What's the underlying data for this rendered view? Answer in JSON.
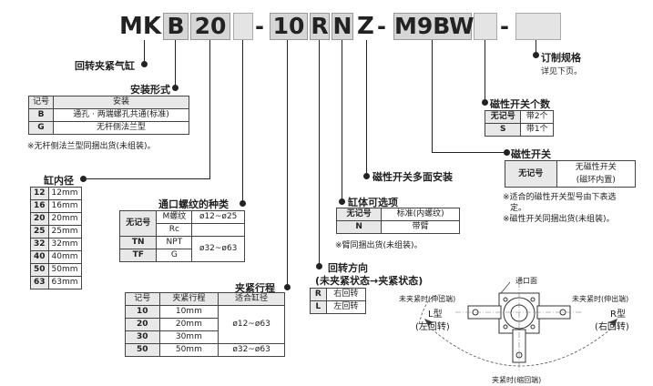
{
  "code": {
    "mk": "MK",
    "b": "B",
    "size": "20",
    "dash1": "-",
    "stroke": "10",
    "dir": "R",
    "n": "N",
    "z": "Z",
    "dash2": "-",
    "switch": "M9BW",
    "dash3": "-"
  },
  "labels": {
    "rotary": "回转夹紧气缸",
    "mount": "安装形式",
    "mount_note": "※无杆侧法兰型同捆出货(未组装)。",
    "bore": "缸内径",
    "port": "通口螺纹的种类",
    "stroke": "夹紧行程",
    "direction_line1": "回转方向",
    "direction_line2": "(未夹紧状态→夹紧状态)",
    "body": "缸体可选项",
    "body_note": "※臂同捆出货(未组装)。",
    "sw_face": "磁性开关多面安装",
    "sw": "磁性开关",
    "sw_note1": "※适合的磁性开关型号由下表选",
    "sw_note2": "定。",
    "sw_note3": "※磁性开关同捆出货(未组装)。",
    "sw_count": "磁性开关个数",
    "order": "订制规格",
    "order_sub": "详见下页。"
  },
  "tables": {
    "mount": {
      "headers": [
        "记号",
        "安装"
      ],
      "rows": [
        [
          "B",
          "通孔 · 两端螺孔共通(标准)"
        ],
        [
          "G",
          "无杆侧法兰型"
        ]
      ]
    },
    "bore": {
      "rows": [
        [
          "12",
          "12mm"
        ],
        [
          "16",
          "16mm"
        ],
        [
          "20",
          "20mm"
        ],
        [
          "25",
          "25mm"
        ],
        [
          "32",
          "32mm"
        ],
        [
          "40",
          "40mm"
        ],
        [
          "50",
          "50mm"
        ],
        [
          "63",
          "63mm"
        ]
      ]
    },
    "port": {
      "none": "无记号",
      "r1": [
        "M螺纹",
        "ø12~ø25"
      ],
      "r2": [
        "Rc"
      ],
      "r3": [
        "TN",
        "NPT",
        "ø32~ø63"
      ],
      "r4": [
        "TF",
        "G"
      ]
    },
    "stroke": {
      "headers": [
        "记号",
        "夹紧行程",
        "适合缸径"
      ],
      "rows": [
        [
          "10",
          "10mm"
        ],
        [
          "20",
          "20mm"
        ],
        [
          "30",
          "30mm"
        ],
        [
          "50",
          "50mm"
        ]
      ],
      "range1": "ø12~ø63",
      "range2": "ø32~ø63"
    },
    "direction": {
      "rows": [
        [
          "R",
          "右回转"
        ],
        [
          "L",
          "左回转"
        ]
      ]
    },
    "body": {
      "rows": [
        [
          "无记号",
          "标准(内螺纹)"
        ],
        [
          "N",
          "带臂"
        ]
      ]
    },
    "sw": {
      "none": "无记号",
      "desc1": "无磁性开关",
      "desc2": "(磁环内置)"
    },
    "sw_count": {
      "rows": [
        [
          "无记号",
          "带2个"
        ],
        [
          "S",
          "带1个"
        ]
      ]
    }
  },
  "diagram": {
    "port_face": "通口面",
    "left_top": "未夹紧时(伸出端)",
    "left_type": "L型",
    "left_dir": "(左回转)",
    "right_top": "未夹紧时(伸出端)",
    "right_type": "R型",
    "right_dir": "(右回转)",
    "bottom": "夹紧时(缩回端)"
  }
}
